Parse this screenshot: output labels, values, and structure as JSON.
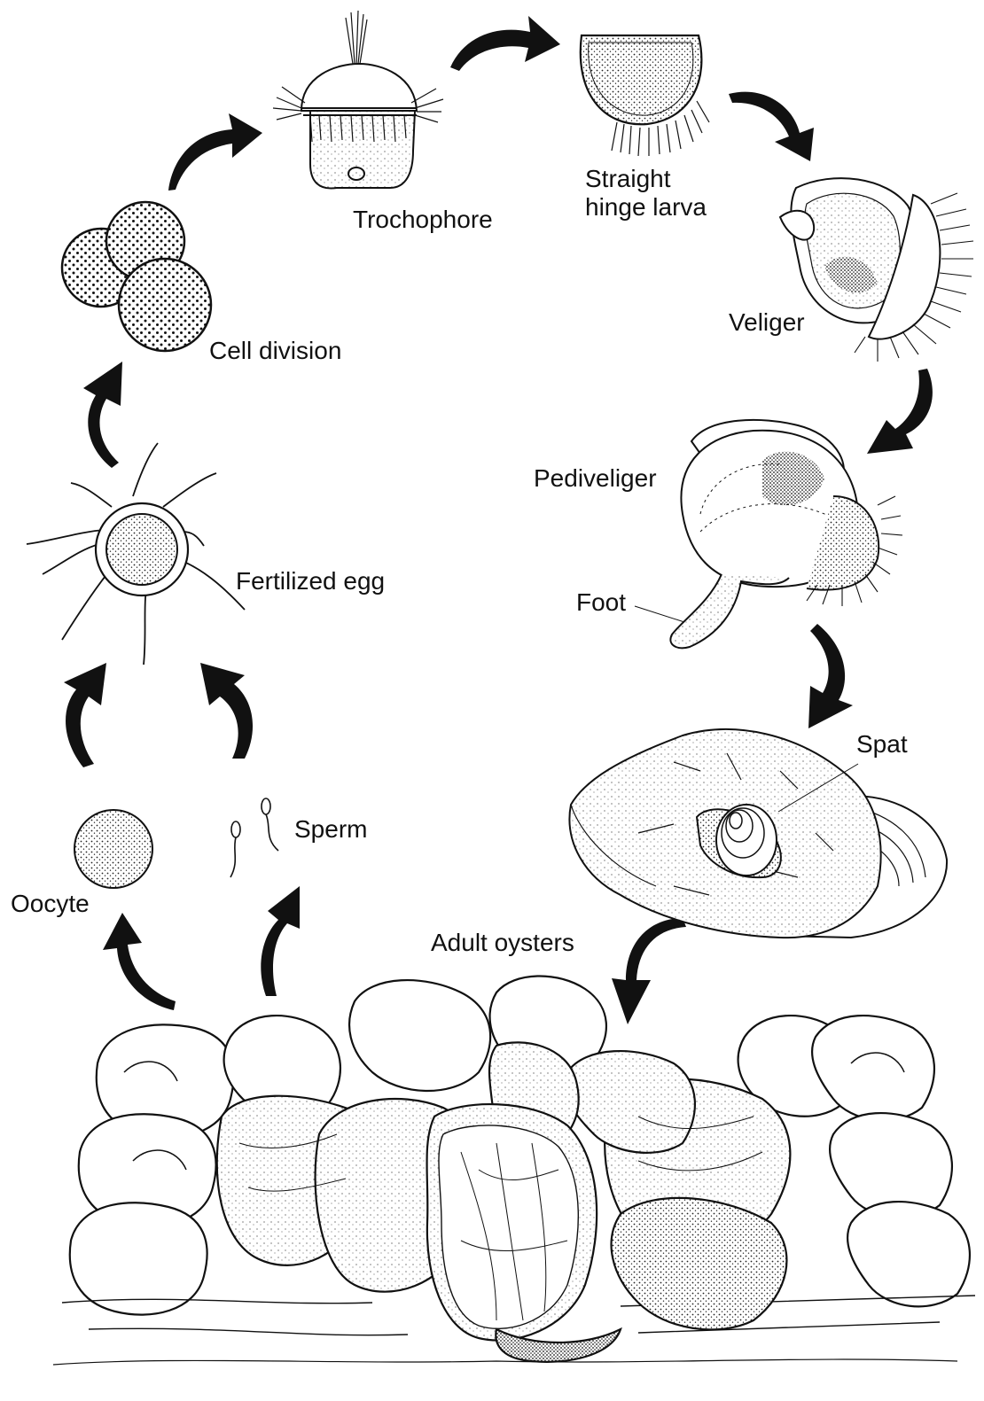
{
  "stages": {
    "trochophore": "Trochophore",
    "straight_hinge_line1": "Straight",
    "straight_hinge_line2": "hinge larva",
    "veliger": "Veliger",
    "pediveliger": "Pediveliger",
    "foot": "Foot",
    "spat": "Spat",
    "adult_oysters": "Adult oysters",
    "oocyte": "Oocyte",
    "sperm": "Sperm",
    "fertilized_egg": "Fertilized egg",
    "cell_division": "Cell division"
  },
  "style": {
    "ink": "#111111",
    "background": "#ffffff"
  }
}
